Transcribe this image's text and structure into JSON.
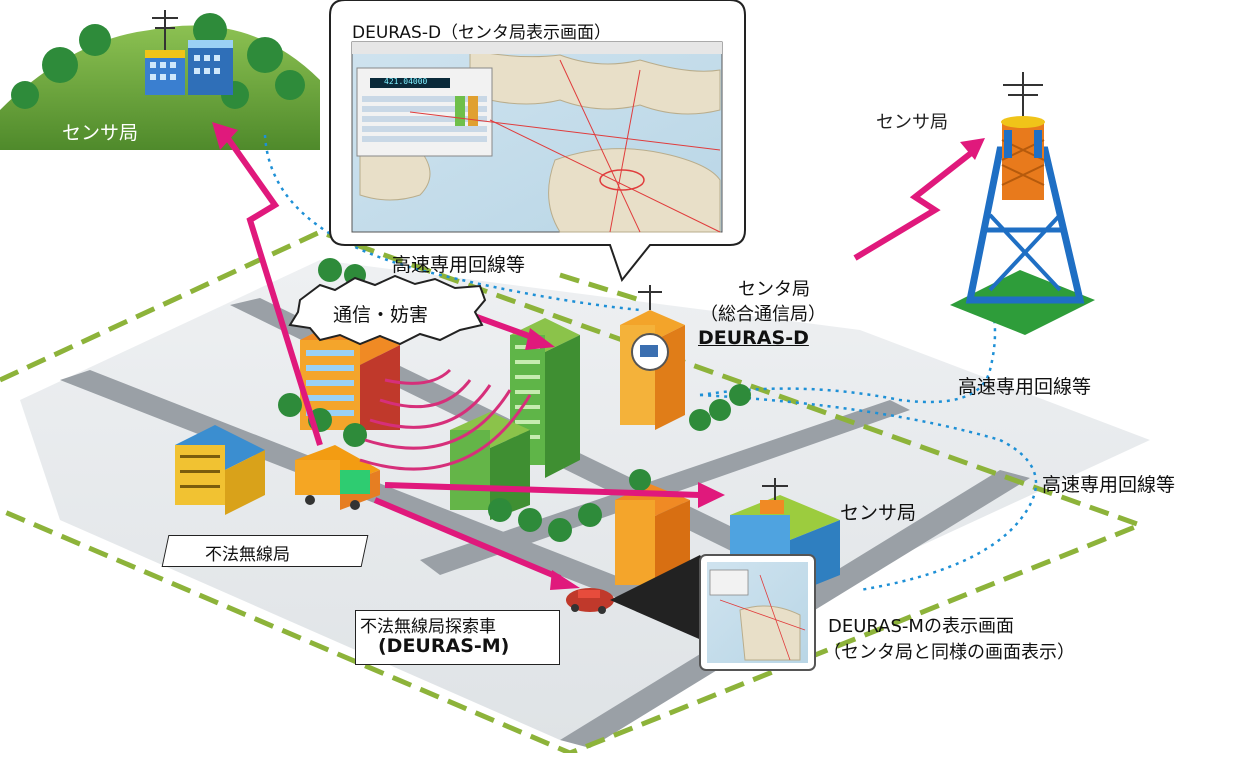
{
  "labels": {
    "sensor_top_left": "センサ局",
    "sensor_top_right": "センサ局",
    "sensor_bottom_right": "センサ局",
    "callout_title": "DEURAS-D（センタ局表示画面）",
    "highspeed_top": "高速専用回線等",
    "highspeed_right": "高速専用回線等",
    "highspeed_bottom_right": "高速専用回線等",
    "center_station_line1": "センタ局",
    "center_station_line2": "（総合通信局）",
    "center_station_system": "DEURAS-D",
    "interference": "通信・妨害",
    "illegal_station": "不法無線局",
    "search_vehicle_line1": "不法無線局探索車",
    "search_vehicle_line2": "(DEURAS-M)",
    "deuras_m_display_line1": "DEURAS-Mの表示画面",
    "deuras_m_display_line2": "（センタ局と同様の画面表示）"
  },
  "screen": {
    "frequency_readout": "421.04000"
  },
  "colors": {
    "signal_arrow": "#e0197c",
    "area_dash": "#8db33a",
    "network_dot": "#1e90d6",
    "hill": "#6eaa3c",
    "tower_blue": "#1f6fc4",
    "tower_orange": "#e87a1c"
  }
}
